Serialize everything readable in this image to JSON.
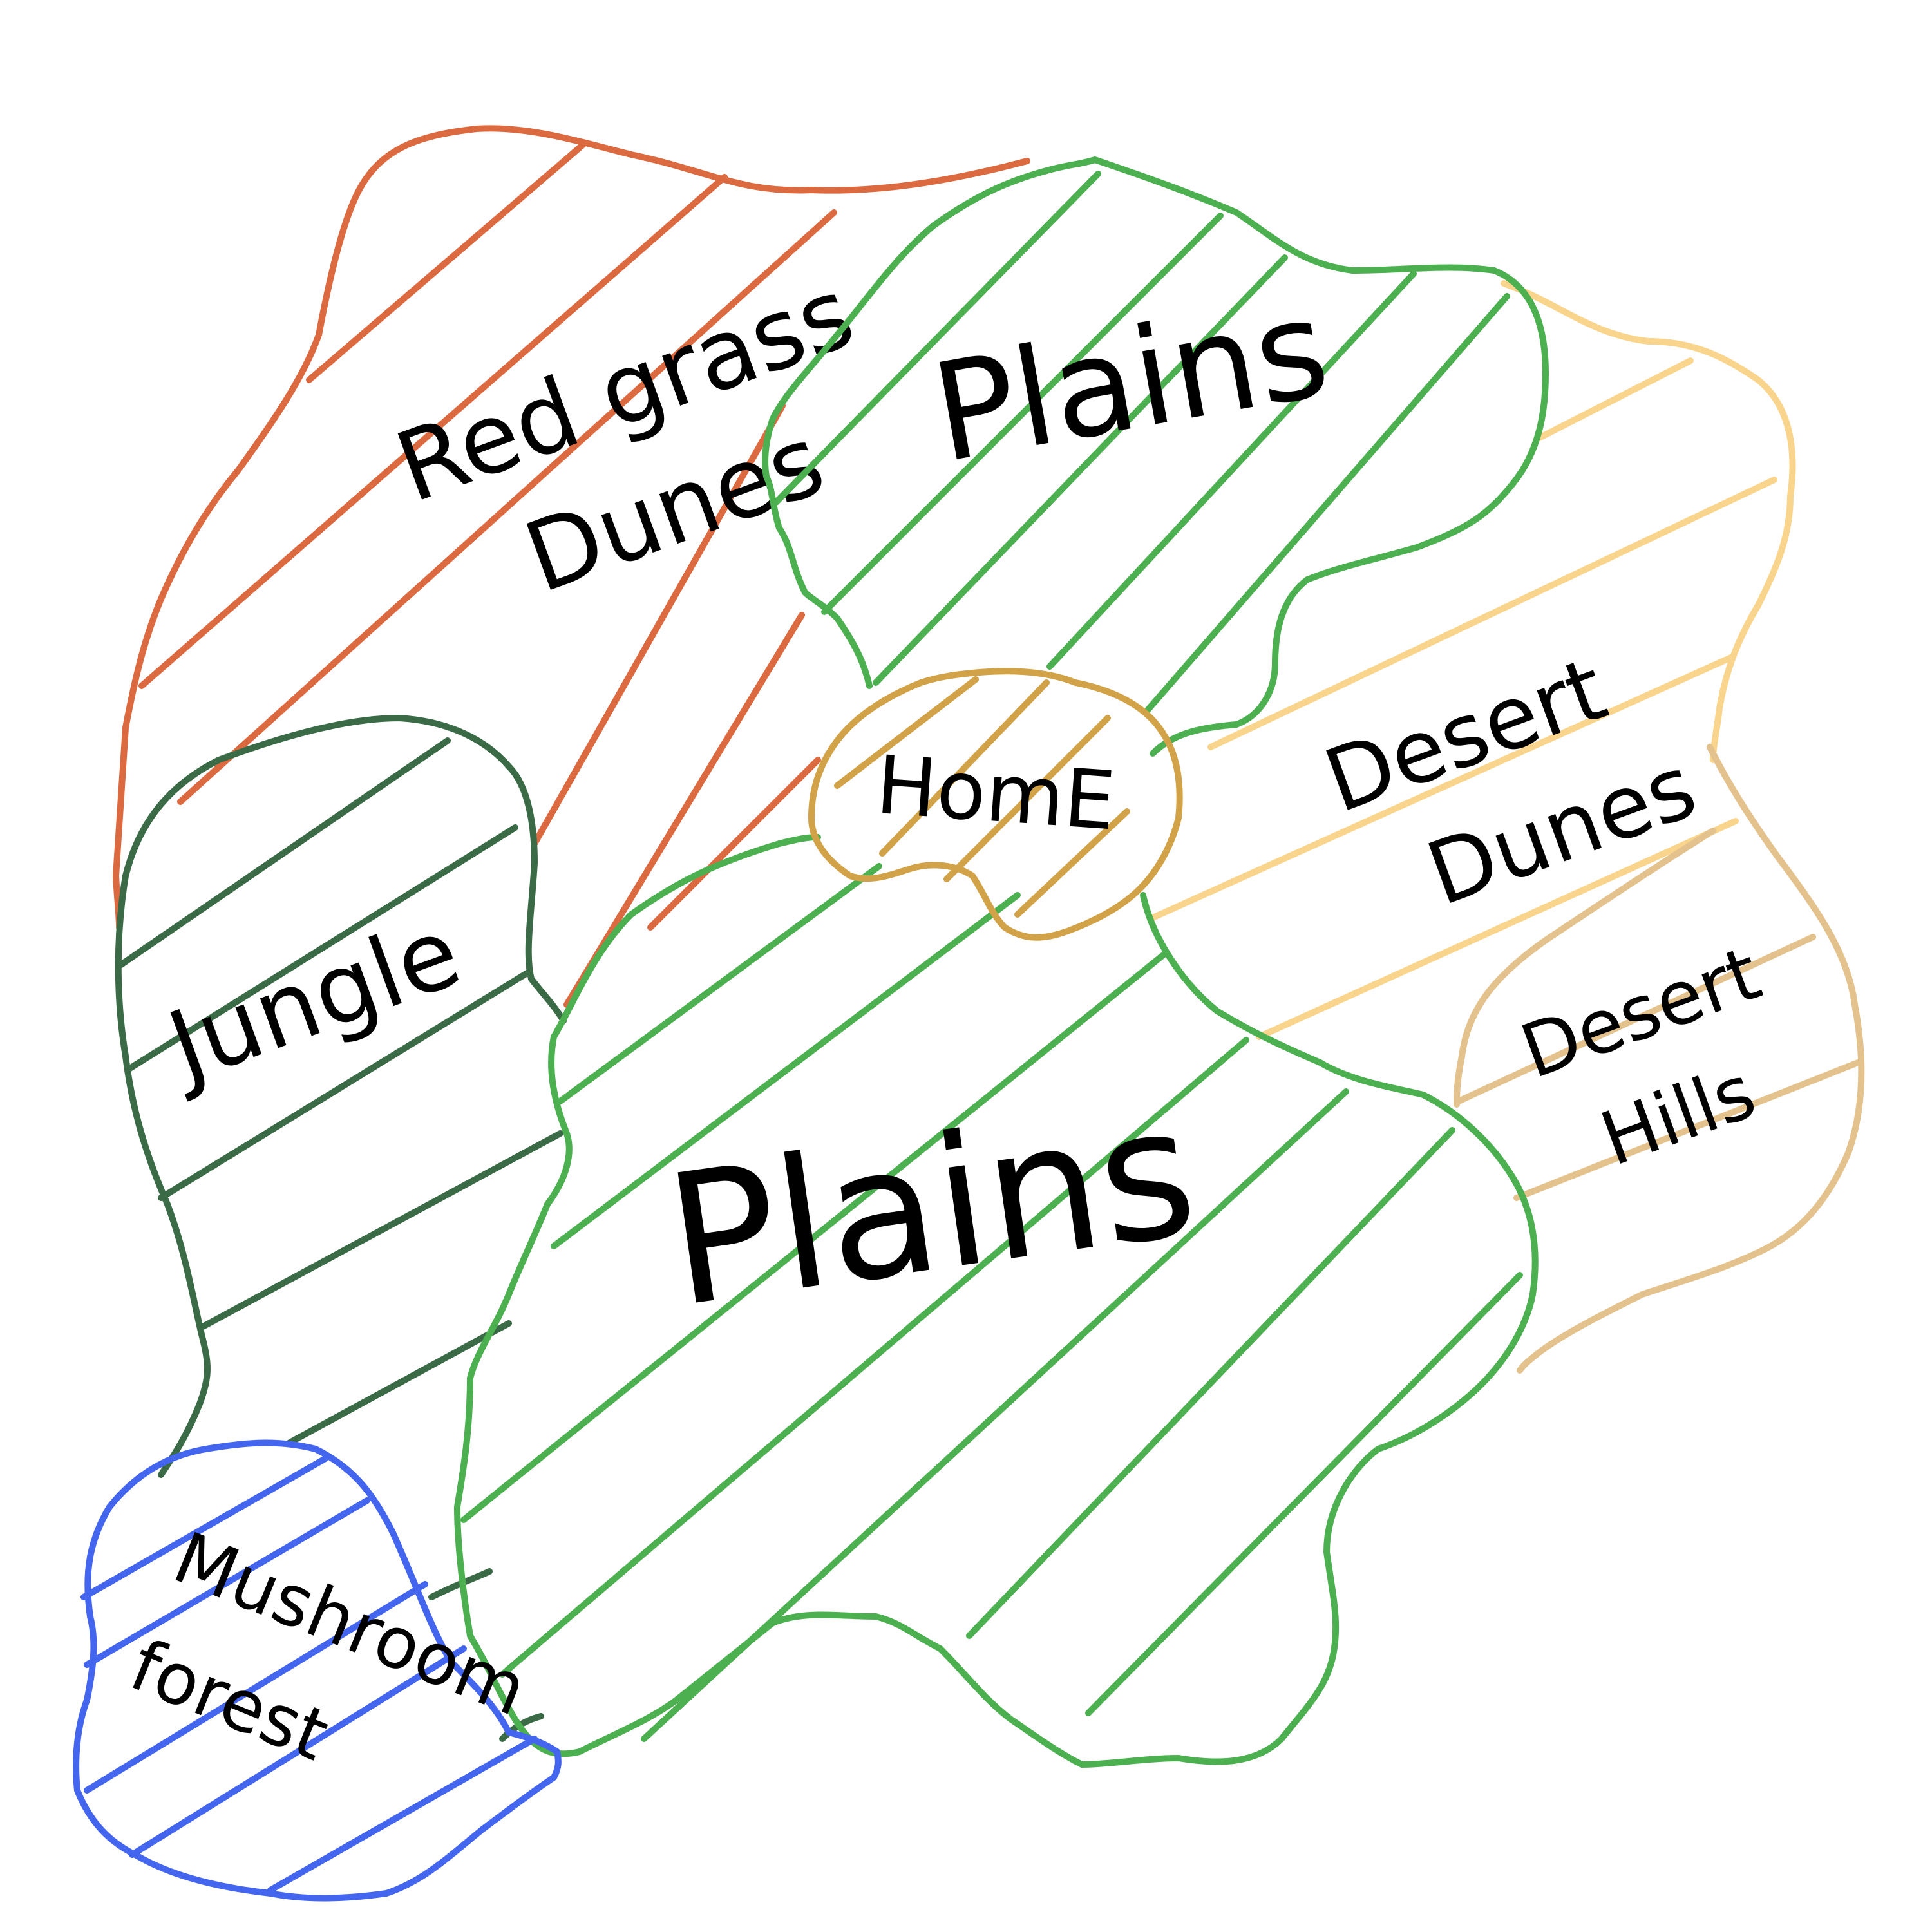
{
  "map": {
    "regions": [
      {
        "id": "red-grass-dunes",
        "label_lines": [
          "Red grass",
          "Dunes"
        ],
        "color": "#DC6A40"
      },
      {
        "id": "plains-north",
        "label_lines": [
          "Plains"
        ],
        "color": "#4CAF50"
      },
      {
        "id": "desert-dunes",
        "label_lines": [
          "Desert",
          "Dunes"
        ],
        "color": "#F9D48C"
      },
      {
        "id": "home",
        "label_lines": [
          "HomE"
        ],
        "color": "#D1A247"
      },
      {
        "id": "jungle",
        "label_lines": [
          "Jungle"
        ],
        "color": "#3A6B46"
      },
      {
        "id": "plains-south",
        "label_lines": [
          "Plains"
        ],
        "color": "#4CAF50"
      },
      {
        "id": "desert-hills",
        "label_lines": [
          "Desert",
          "Hills"
        ],
        "color": "#E3C28D"
      },
      {
        "id": "mushroom-forest",
        "label_lines": [
          "Mushroom",
          "forest"
        ],
        "color": "#4466EE"
      }
    ]
  }
}
